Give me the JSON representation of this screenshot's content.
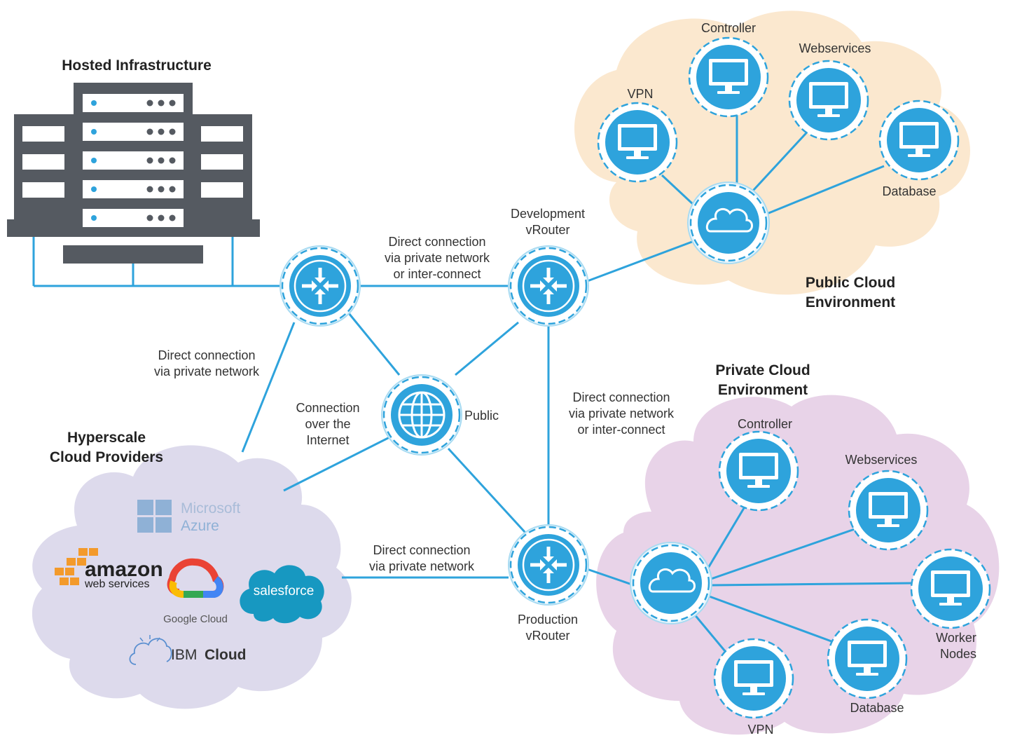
{
  "titles": {
    "hosted": "Hosted Infrastructure",
    "public_1": "Public Cloud",
    "public_2": "Environment",
    "private_1": "Private Cloud",
    "private_2": "Environment",
    "hyper_1": "Hyperscale",
    "hyper_2": "Cloud Providers"
  },
  "routers": {
    "development": [
      "Development",
      "vRouter"
    ],
    "production": [
      "Production",
      "vRouter"
    ]
  },
  "public_node": "Public",
  "connections": {
    "top": [
      "Direct connection",
      "via private network",
      "or inter-connect"
    ],
    "left": [
      "Direct connection",
      "via private network"
    ],
    "internet": [
      "Connection",
      "over the",
      "Internet"
    ],
    "right": [
      "Direct connection",
      "via private network",
      "or inter-connect"
    ],
    "bottom": [
      "Direct connection",
      "via private network"
    ]
  },
  "public_cloud_nodes": {
    "controller": "Controller",
    "webservices": "Webservices",
    "vpn": "VPN",
    "database": "Database"
  },
  "private_cloud_nodes": {
    "controller": "Controller",
    "webservices": "Webservices",
    "worker_1": "Worker",
    "worker_2": "Nodes",
    "database": "Database",
    "vpn": "VPN"
  },
  "providers": {
    "azure_1": "Microsoft",
    "azure_2": "Azure",
    "amazon_1": "amazon",
    "amazon_2": "web services",
    "google": "Google Cloud",
    "salesforce": "salesforce",
    "ibm_1": "IBM",
    "ibm_2": "Cloud"
  },
  "colors": {
    "accent": "#2ea3dc",
    "public_cloud_bg": "#fbe8cf",
    "private_cloud_bg": "#e8d3e8",
    "hyperscale_bg": "#dddaec",
    "server": "#555a61"
  },
  "icons": [
    "server-rack-icon",
    "router-icon",
    "globe-icon",
    "cloud-icon",
    "monitor-icon"
  ]
}
